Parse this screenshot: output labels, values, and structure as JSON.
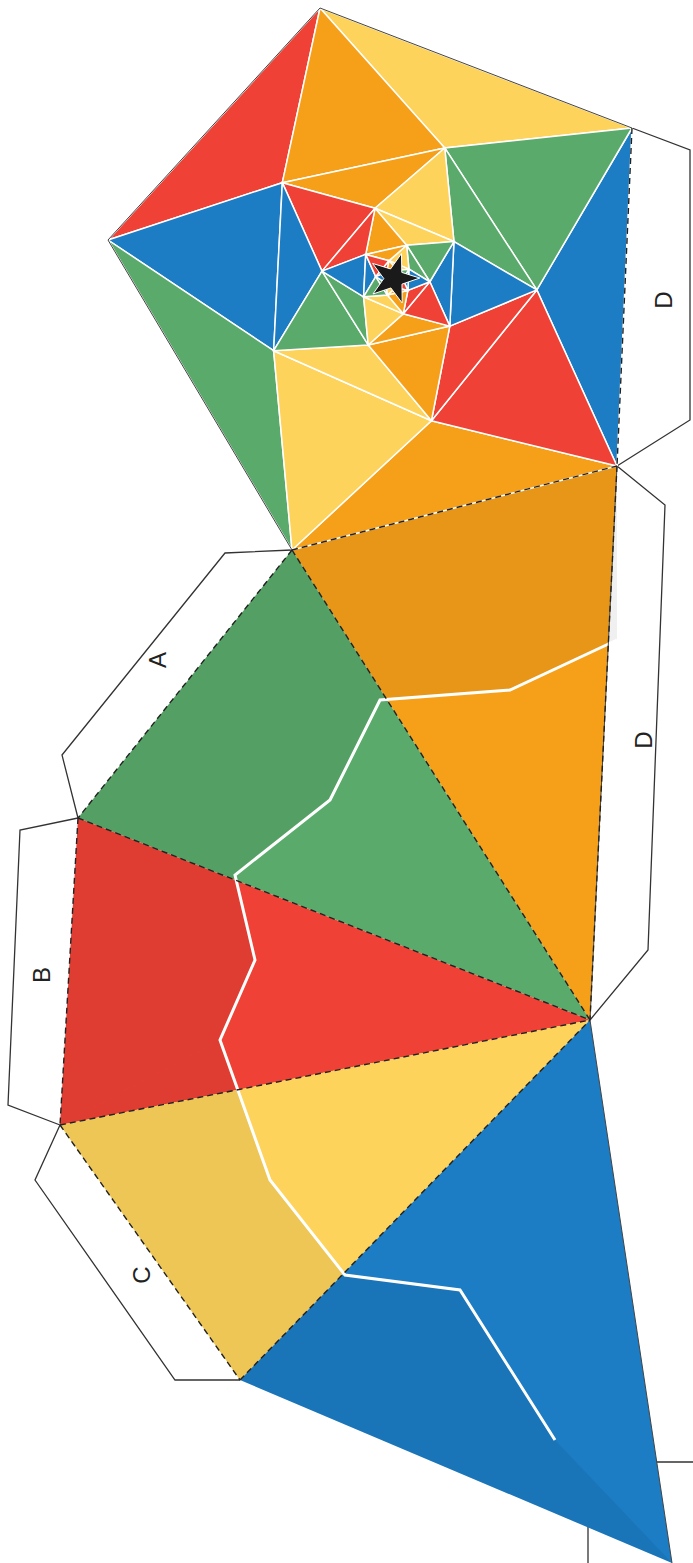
{
  "diagram": {
    "labels": [
      "A",
      "B",
      "C",
      "D",
      "D"
    ]
  }
}
